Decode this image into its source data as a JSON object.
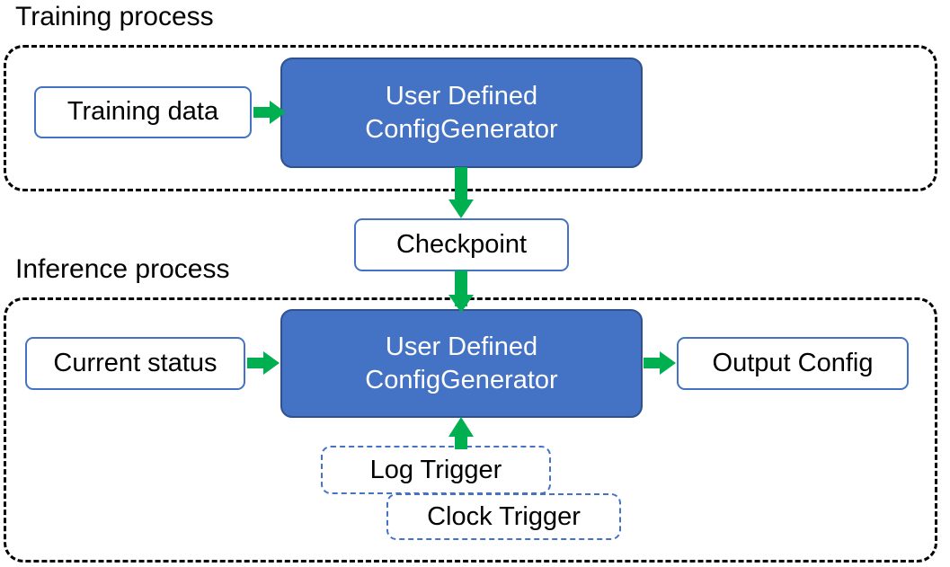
{
  "diagram": {
    "title_training": "Training process",
    "title_inference": "Inference process",
    "colors": {
      "accent_blue": "#4472C4",
      "node_border_blue": "#4472C4",
      "filled_node_border": "#2F528F",
      "arrow_green": "#00B050",
      "container_dash": "#000000",
      "text_dark": "#000000",
      "text_light": "#FFFFFF",
      "background": "#FFFFFF"
    },
    "nodes": {
      "training_data": "Training data",
      "generator_training_line1": "User Defined",
      "generator_training_line2": "ConfigGenerator",
      "checkpoint": "Checkpoint",
      "current_status": "Current status",
      "generator_inference_line1": "User Defined",
      "generator_inference_line2": "ConfigGenerator",
      "output_config": "Output Config",
      "log_trigger": "Log Trigger",
      "clock_trigger": "Clock Trigger"
    },
    "edges": [
      {
        "name": "training-data-to-generator",
        "from": "Training data",
        "to": "User Defined ConfigGenerator",
        "direction": "right",
        "color": "#00B050"
      },
      {
        "name": "generator-to-checkpoint",
        "from": "User Defined ConfigGenerator",
        "to": "Checkpoint",
        "direction": "down",
        "color": "#00B050"
      },
      {
        "name": "checkpoint-to-generator",
        "from": "Checkpoint",
        "to": "User Defined ConfigGenerator",
        "direction": "down",
        "color": "#00B050"
      },
      {
        "name": "current-status-to-generator",
        "from": "Current status",
        "to": "User Defined ConfigGenerator",
        "direction": "right",
        "color": "#00B050"
      },
      {
        "name": "generator-to-output-config",
        "from": "User Defined ConfigGenerator",
        "to": "Output Config",
        "direction": "right",
        "color": "#00B050"
      },
      {
        "name": "log-trigger-to-generator",
        "from": "Log Trigger",
        "to": "User Defined ConfigGenerator",
        "direction": "up",
        "color": "#00B050"
      }
    ]
  }
}
